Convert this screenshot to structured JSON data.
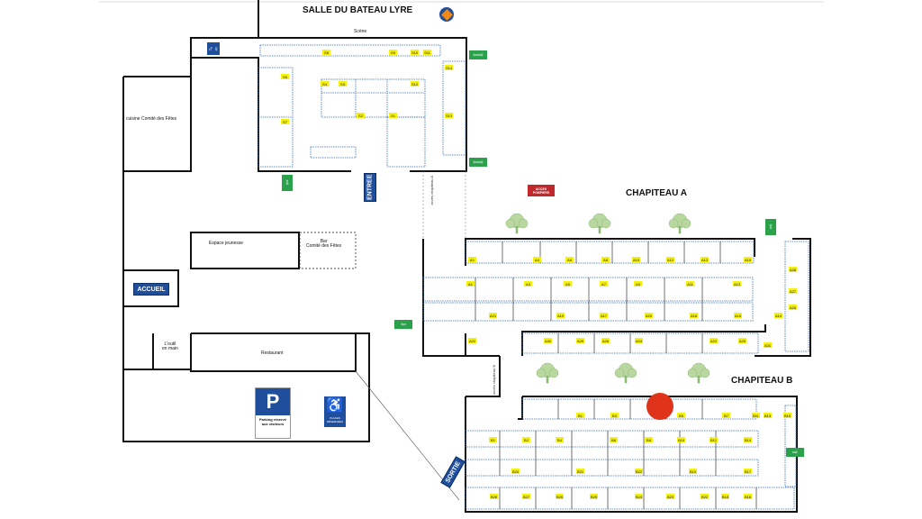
{
  "title": "SALLE DU BATEAU LYRE",
  "scene": "Scène",
  "zones": {
    "chapiteau_a": "CHAPITEAU A",
    "chapiteau_b": "CHAPITEAU B",
    "acces_a": "accès chapiteau A",
    "acces_b": "accès chapiteau B",
    "acces_pompiers": "ACCES POMPIERS"
  },
  "rooms": {
    "cuisine": "cuisine Comité des Fêtes",
    "espace_jeunesse": "Espace jeunesse",
    "bar": "Bar\nComité des Fêtes",
    "outil": "L'outil\nen main",
    "restaurant": "Restaurant"
  },
  "badges": {
    "accueil": "ACCUEIL",
    "entree": "ENTREE",
    "sortie": "SORTIE"
  },
  "parking": {
    "symbol": "P",
    "caption": "Parking réservé aux visiteurs",
    "handicap_caption": "PLACES RÉSERVÉES"
  },
  "stands_a_row1": [
    "A1",
    "A4",
    "A6",
    "A8",
    "A10",
    "A12",
    "A13",
    "A15"
  ],
  "stands_a_row2": [
    "A1",
    "A3",
    "A5",
    "A7",
    "A9",
    "A11",
    "A13"
  ],
  "stands_a_row3": [
    "A21",
    "A19",
    "A17",
    "A20",
    "A18",
    "A16",
    "A14"
  ],
  "stands_a_row4": [
    "A22",
    "A30",
    "A29",
    "A26",
    "A24",
    "A23",
    "A25"
  ],
  "stands_a_side": [
    "A28",
    "A27",
    "A26",
    "A31"
  ],
  "stands_b_row1": [
    "B1",
    "B3",
    "B5",
    "B7",
    "B11",
    "B13",
    "B15"
  ],
  "stands_b_row2": [
    "B1",
    "B2",
    "B4",
    "B6",
    "B8",
    "B10",
    "B12",
    "B14"
  ],
  "stands_b_row3": [
    "B20",
    "B21",
    "B22",
    "B19",
    "B17"
  ],
  "stands_b_row4": [
    "B28",
    "B27",
    "B26",
    "B25",
    "B24",
    "B23",
    "B22",
    "B18",
    "B16"
  ],
  "stands_salle": [
    "S8",
    "S9",
    "S10",
    "S11",
    "S5",
    "S4",
    "S3",
    "S2",
    "S1",
    "S12",
    "S13",
    "S14",
    "S6",
    "S7"
  ],
  "colors": {
    "accent": "#1f4f9c",
    "exit": "#2aa14a",
    "pompier": "#c0282c",
    "stand": "#f4f010",
    "marker": "#e0341a"
  }
}
